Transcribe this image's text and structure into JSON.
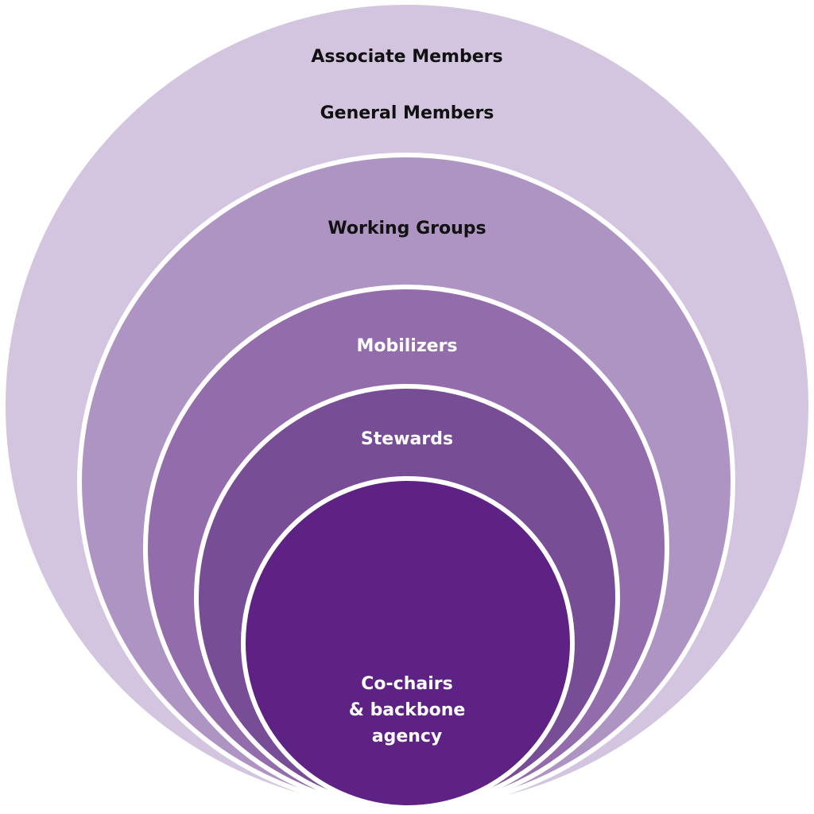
{
  "diagram": {
    "type": "nested-circles",
    "layers": [
      {
        "id": "associate-general",
        "labels": [
          "Associate Members",
          "General Members"
        ],
        "fill": "#d3c5e0",
        "text_color": "#111111"
      },
      {
        "id": "working-groups",
        "labels": [
          "Working Groups"
        ],
        "fill": "#ae94c3",
        "text_color": "#111111"
      },
      {
        "id": "mobilizers",
        "labels": [
          "Mobilizers"
        ],
        "fill": "#936dab",
        "text_color": "#ffffff"
      },
      {
        "id": "stewards",
        "labels": [
          "Stewards"
        ],
        "fill": "#774d95",
        "text_color": "#ffffff"
      },
      {
        "id": "co-chairs",
        "labels": [
          "Co-chairs",
          "& backbone",
          "agency"
        ],
        "fill": "#5e2184",
        "text_color": "#ffffff"
      }
    ]
  }
}
